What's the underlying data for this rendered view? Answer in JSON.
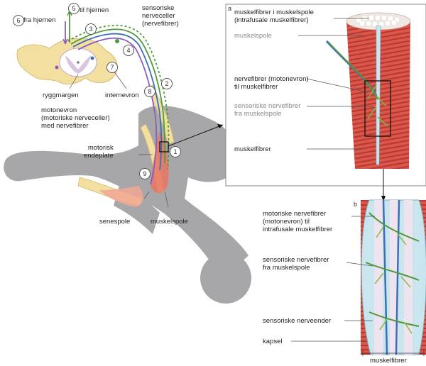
{
  "labels": {
    "fra_hjernen": "fra hjernen",
    "til_hjernen": "til hjernen",
    "sensoriske_nerveceller": "sensoriske\nnerveceller\n(nervefibrer)",
    "ryggmargen": "ryggmargen",
    "internevron": "internevron",
    "motonevron": "motonevron\n(motoriske nerveceller)\nmed nervefibrer",
    "motorisk_endeplate": "motorisk\nendeplate",
    "senespole": "senespole",
    "muskelspole": "muskelspole",
    "panel_a_letter": "a",
    "a_muskelfibrer_i_muskelspole": "muskelfibrer i muskelspole\n(intrafusale muskelfibrer)",
    "a_muskelspole": "muskelspole",
    "a_nervefibrer": "nervefibrer (motonevron)\ntil muskelfibrer",
    "a_sensoriske_nervefibrer": "sensoriske nervefibrer\nfra muskelspole",
    "a_muskelfibrer": "muskelfibrer",
    "panel_b_letter": "b",
    "b_motoriske_nervefibrer": "motoriske nervefibrer\n(motonevron) til\nintrafusale muskelfibrer",
    "b_sensoriske_nervefibrer": "sensoriske nervefibrer\nfra muskelspole",
    "b_sensoriske_nerveender": "sensoriske nerveender",
    "b_kapsel": "kapsel",
    "b_muskelfibrer": "muskelfibrer"
  },
  "numbers": {
    "n1": "1",
    "n2": "2",
    "n3": "3",
    "n4": "4",
    "n5": "5",
    "n6": "6",
    "n7": "7",
    "n8": "8",
    "n9": "9"
  },
  "colors": {
    "silhouette": "#a7a7a9",
    "muscle": "#d9534a",
    "muscle_light": "#f0a893",
    "bone": "#f3dfa0",
    "nerve_green": "#4f9a3a",
    "nerve_blue": "#3b6fb5",
    "nerve_purple": "#8b5cc0",
    "spindle": "#c9e6ef"
  }
}
